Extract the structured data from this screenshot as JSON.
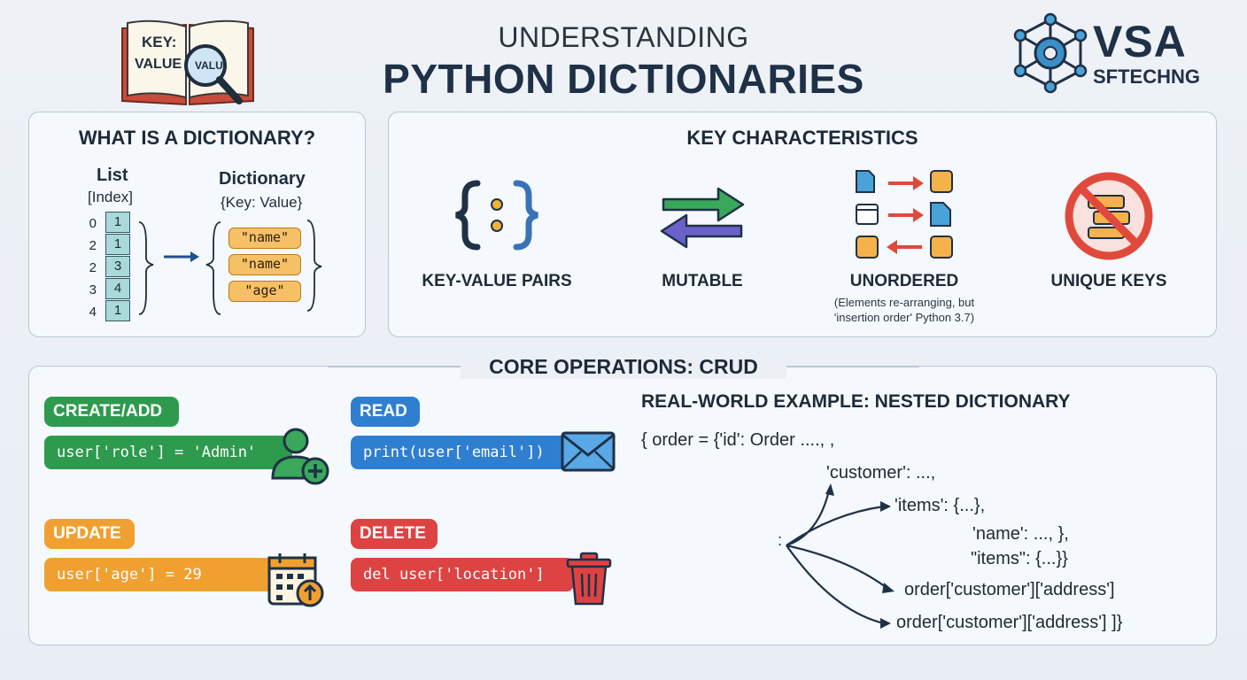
{
  "header": {
    "title_top": "UNDERSTANDING",
    "title_main": "PYTHON DICTIONARIES",
    "book_key": "KEY:",
    "book_value": "VALUE",
    "lens_value": "VALU",
    "logo_top": "VSA",
    "logo_bottom": "SFTECHNG"
  },
  "what_is": {
    "title": "WHAT IS A DICTIONARY?",
    "list_label": "List",
    "list_sub": "[Index]",
    "dict_label": "Dictionary",
    "dict_sub": "{Key: Value}",
    "list_rows": [
      {
        "index": "0",
        "value": "1"
      },
      {
        "index": "2",
        "value": "1"
      },
      {
        "index": "2",
        "value": "3"
      },
      {
        "index": "3",
        "value": "4"
      },
      {
        "index": "4",
        "value": "1"
      }
    ],
    "dict_keys": [
      "\"name\"",
      "\"name\"",
      "\"age\""
    ]
  },
  "characteristics": {
    "title": "KEY CHARACTERISTICS",
    "items": [
      {
        "label": "KEY-VALUE PAIRS",
        "icon": "braces-icon"
      },
      {
        "label": "MUTABLE",
        "icon": "swap-arrows-icon"
      },
      {
        "label": "UNORDERED",
        "icon": "shuffle-grid-icon",
        "note1": "(Elements re-arranging, but",
        "note2": "'insertion order'  Python 3.7)"
      },
      {
        "label": "UNIQUE KEYS",
        "icon": "no-duplicates-icon"
      }
    ]
  },
  "crud": {
    "title": "CORE OPERATIONS: CRUD",
    "create": {
      "label": "CREATE/ADD",
      "code": "user['role'] = 'Admin'"
    },
    "read": {
      "label": "READ",
      "code": "print(user['email'])"
    },
    "update": {
      "label": "UPDATE",
      "code": "user['age'] = 29"
    },
    "delete": {
      "label": "DELETE",
      "code": "del user['location']"
    }
  },
  "nested": {
    "title": "REAL-WORLD EXAMPLE: NESTED DICTIONARY",
    "line1": "{ order = {'id': Order ...., ,",
    "line2": "'customer': ...,",
    "line3": "'items': {...},",
    "line4": "'name': ..., },",
    "line5": "\"items\": {...}}",
    "line6": "order['customer']['address']",
    "line7": "order['customer']['address'] ]}",
    "origin": ":"
  },
  "colors": {
    "green": "#2e9a4e",
    "blue": "#2f7fd1",
    "orange": "#f0a030",
    "red": "#de4343",
    "navy": "#1f3147"
  }
}
